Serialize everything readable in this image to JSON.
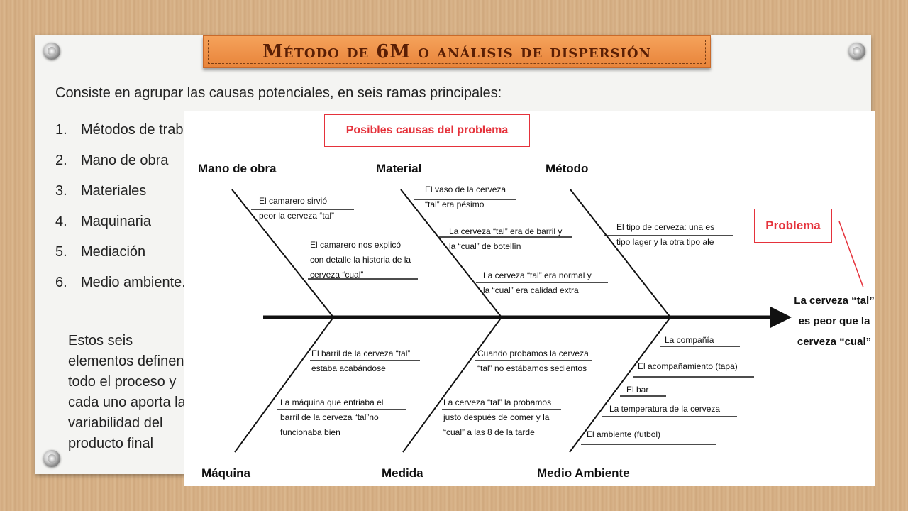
{
  "slide": {
    "title": "Método de 6M o análisis de dispersión",
    "intro": "Consiste en agrupar las causas potenciales,  en seis ramas principales:",
    "list": [
      {
        "num": "1.",
        "label": "Métodos de trabajo"
      },
      {
        "num": "2.",
        "label": "Mano de obra"
      },
      {
        "num": "3.",
        "label": "Materiales"
      },
      {
        "num": "4.",
        "label": "Maquinaria"
      },
      {
        "num": "5.",
        "label": "Mediación"
      },
      {
        "num": "6.",
        "label": "Medio ambiente."
      }
    ],
    "note": "Estos seis elementos definen todo el proceso y cada uno aporta la variabilidad del producto final"
  },
  "diagram": {
    "causes_title": "Posibles causas del problema",
    "problem_label": "Problema",
    "effect": "La cerveza “tal” es peor que la cerveza “cual”",
    "branches": {
      "mano_de_obra": {
        "label": "Mano de obra",
        "causes": [
          [
            "El camarero sirvió",
            "peor la cerveza “tal”"
          ],
          [
            "El camarero nos explicó",
            "con detalle la historia de la",
            "cerveza “cual”"
          ]
        ]
      },
      "material": {
        "label": "Material",
        "causes": [
          [
            "El vaso de la cerveza",
            "“tal” era pésimo"
          ],
          [
            "La cerveza “tal” era de barril y",
            "la “cual” de botellín"
          ],
          [
            "La cerveza “tal” era normal  y",
            "la “cual” era calidad extra"
          ]
        ]
      },
      "metodo": {
        "label": "Método",
        "causes": [
          [
            "El tipo de cerveza: una es",
            "tipo lager y la otra tipo ale"
          ]
        ]
      },
      "maquina": {
        "label": "Máquina",
        "causes": [
          [
            "El barril de la cerveza “tal”",
            "estaba acabándose"
          ],
          [
            "La máquina que enfriaba el",
            "barril de la cerveza “tal”no",
            "funcionaba bien"
          ]
        ]
      },
      "medida": {
        "label": "Medida",
        "causes": [
          [
            "Cuando probamos la cerveza",
            "“tal” no estábamos sedientos"
          ],
          [
            "La cerveza “tal” la probamos",
            "justo después de comer y la",
            "“cual” a las 8 de la tarde"
          ]
        ]
      },
      "medio_ambiente": {
        "label": "Medio Ambiente",
        "causes": [
          [
            "La compañía"
          ],
          [
            "El acompañamiento (tapa)"
          ],
          [
            "El bar"
          ],
          [
            "La temperatura de la cerveza"
          ],
          [
            "El ambiente (futbol)"
          ]
        ]
      }
    }
  }
}
